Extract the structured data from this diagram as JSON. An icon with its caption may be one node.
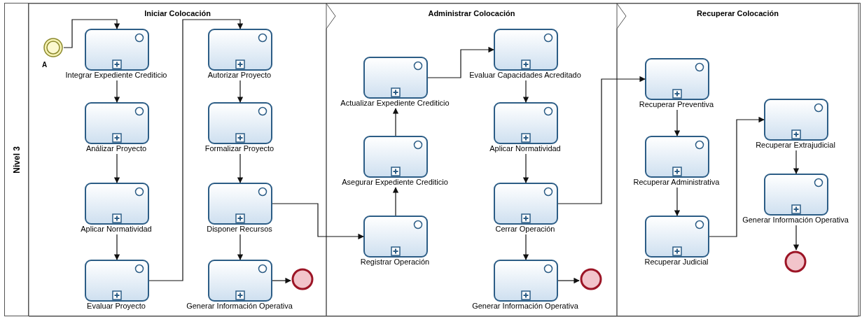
{
  "diagram": {
    "nodes": [
      {
        "text": [
          "Nivel 3"
        ]
      },
      {
        "text": [
          "Iniciar Colocación"
        ],
        "in": 0
      },
      {
        "text": [
          "Administrar Colocación"
        ],
        "in": 0
      },
      {
        "text": [
          "Recuperar Colocación"
        ],
        "in": 0
      },
      {
        "text": [],
        "shape": "circle",
        "beside": [
          "A"
        ],
        "in": 1
      },
      {
        "text": [
          "Integrar Expediente Crediticio"
        ],
        "in": 1
      },
      {
        "text": [
          "Análizar Proyecto"
        ],
        "in": 1
      },
      {
        "text": [
          "Aplicar Normatividad"
        ],
        "in": 1
      },
      {
        "text": [
          "Evaluar Proyecto"
        ],
        "in": 1
      },
      {
        "text": [
          "Autorizar Proyecto"
        ],
        "in": 1
      },
      {
        "text": [
          "Formalizar Proyecto"
        ],
        "in": 1
      },
      {
        "text": [
          "Disponer Recursos"
        ],
        "in": 1
      },
      {
        "text": [
          "Generar Información Operativa"
        ],
        "in": 1
      },
      {
        "text": [],
        "shape": "circle",
        "in": 1
      },
      {
        "text": [
          "Actualizar Expediente Crediticio"
        ],
        "in": 2
      },
      {
        "text": [
          "Asegurar Expediente Crediticio"
        ],
        "in": 2
      },
      {
        "text": [
          "Registrar Operación"
        ],
        "in": 2
      },
      {
        "text": [
          "Evaluar Capacidades Acreditado"
        ],
        "in": 2
      },
      {
        "text": [
          "Aplicar Normatividad"
        ],
        "in": 2
      },
      {
        "text": [
          "Cerrar Operación"
        ],
        "in": 2
      },
      {
        "text": [
          "Generar Información Operativa"
        ],
        "in": 2
      },
      {
        "text": [],
        "shape": "circle",
        "in": 2
      },
      {
        "text": [
          "Recuperar Preventiva"
        ],
        "in": 3
      },
      {
        "text": [
          "Recuperar Administrativa"
        ],
        "in": 3
      },
      {
        "text": [
          "Recuperar Judicial"
        ],
        "in": 3
      },
      {
        "text": [
          "Recuperar Extrajudicial"
        ],
        "in": 3
      },
      {
        "text": [
          "Generar Información Operativa"
        ],
        "in": 3
      },
      {
        "text": [],
        "shape": "circle",
        "in": 3
      }
    ],
    "edges": [
      {
        "from": 4,
        "to": 5,
        "arrow": "to"
      },
      {
        "from": 5,
        "to": 6,
        "arrow": "to"
      },
      {
        "from": 6,
        "to": 7,
        "arrow": "to"
      },
      {
        "from": 7,
        "to": 8,
        "arrow": "to"
      },
      {
        "from": 8,
        "to": 9,
        "arrow": "to"
      },
      {
        "from": 9,
        "to": 10,
        "arrow": "to"
      },
      {
        "from": 10,
        "to": 11,
        "arrow": "to"
      },
      {
        "from": 11,
        "to": 12,
        "arrow": "to"
      },
      {
        "from": 12,
        "to": 13,
        "arrow": "to"
      },
      {
        "from": 11,
        "to": 16,
        "arrow": "to"
      },
      {
        "from": 16,
        "to": 15,
        "arrow": "to"
      },
      {
        "from": 15,
        "to": 14,
        "arrow": "to"
      },
      {
        "from": 14,
        "to": 17,
        "arrow": "to"
      },
      {
        "from": 17,
        "to": 18,
        "arrow": "to"
      },
      {
        "from": 18,
        "to": 19,
        "arrow": "to"
      },
      {
        "from": 19,
        "to": 20,
        "arrow": "to"
      },
      {
        "from": 20,
        "to": 21,
        "arrow": "to"
      },
      {
        "from": 19,
        "to": 22,
        "arrow": "to"
      },
      {
        "from": 22,
        "to": 23,
        "arrow": "to"
      },
      {
        "from": 23,
        "to": 24,
        "arrow": "to"
      },
      {
        "from": 24,
        "to": 25,
        "arrow": "to"
      },
      {
        "from": 25,
        "to": 26,
        "arrow": "to"
      },
      {
        "from": 26,
        "to": 27,
        "arrow": "to"
      }
    ]
  }
}
